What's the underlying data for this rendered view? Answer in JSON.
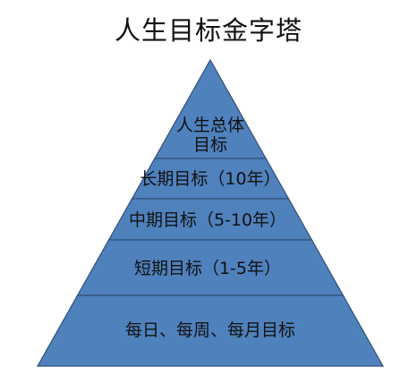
{
  "title": "人生目标金字塔",
  "colors": {
    "fill": "#4f81bd",
    "stroke": "#2f4f7a",
    "text": "#111111"
  },
  "tiers": [
    {
      "lines": [
        "人生总体",
        "目标"
      ]
    },
    {
      "lines": [
        "长期目标（10年）"
      ]
    },
    {
      "lines": [
        "中期目标（5-10年）"
      ]
    },
    {
      "lines": [
        "短期目标（1-5年）"
      ]
    },
    {
      "lines": [
        "每日、每周、每月目标"
      ]
    }
  ]
}
